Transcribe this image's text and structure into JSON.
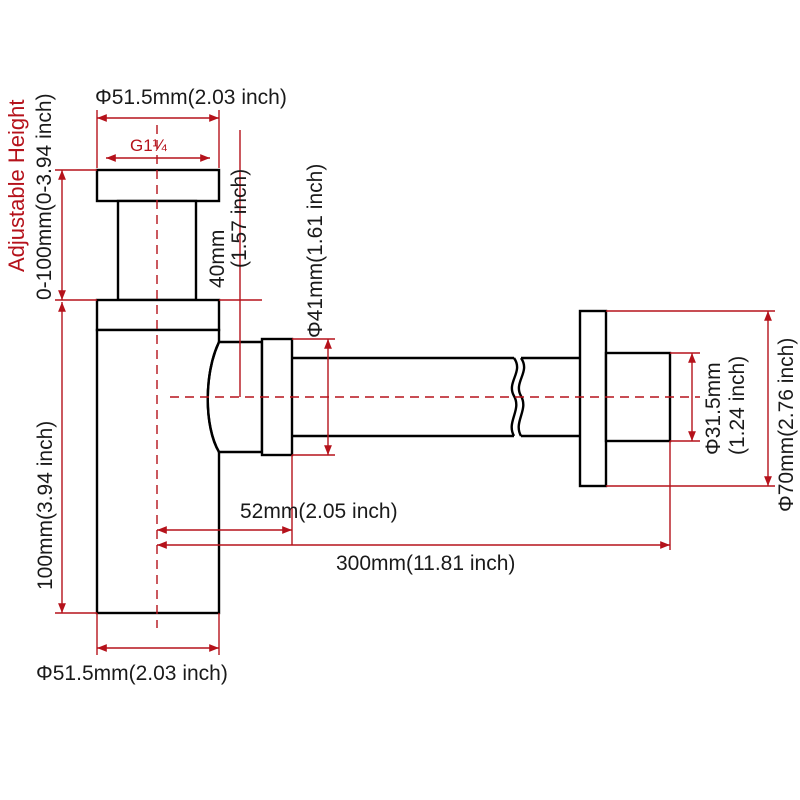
{
  "diagram": {
    "labels": {
      "top_diameter": "Φ51.5mm(2.03 inch)",
      "thread": "G1¼",
      "adjustable_height_title": "Adjustable Height",
      "adjustable_height_value": "0-100mm(0-3.94 inch)",
      "stem_height_mm": "40mm",
      "stem_height_in": "(1.57 inch)",
      "elbow_diameter": "Φ41mm(1.61 inch)",
      "body_height": "100mm(3.94 inch)",
      "elbow_length": "52mm(2.05 inch)",
      "total_length": "300mm(11.81 inch)",
      "bottom_diameter": "Φ51.5mm(2.03 inch)",
      "pipe_diameter_mm": "Φ31.5mm",
      "pipe_diameter_in": "(1.24 inch)",
      "flange_diameter": "Φ70mm(2.76 inch)"
    },
    "colors": {
      "outline": "#000000",
      "dimension": "#b5121b",
      "text": "#1a1a1a"
    }
  }
}
